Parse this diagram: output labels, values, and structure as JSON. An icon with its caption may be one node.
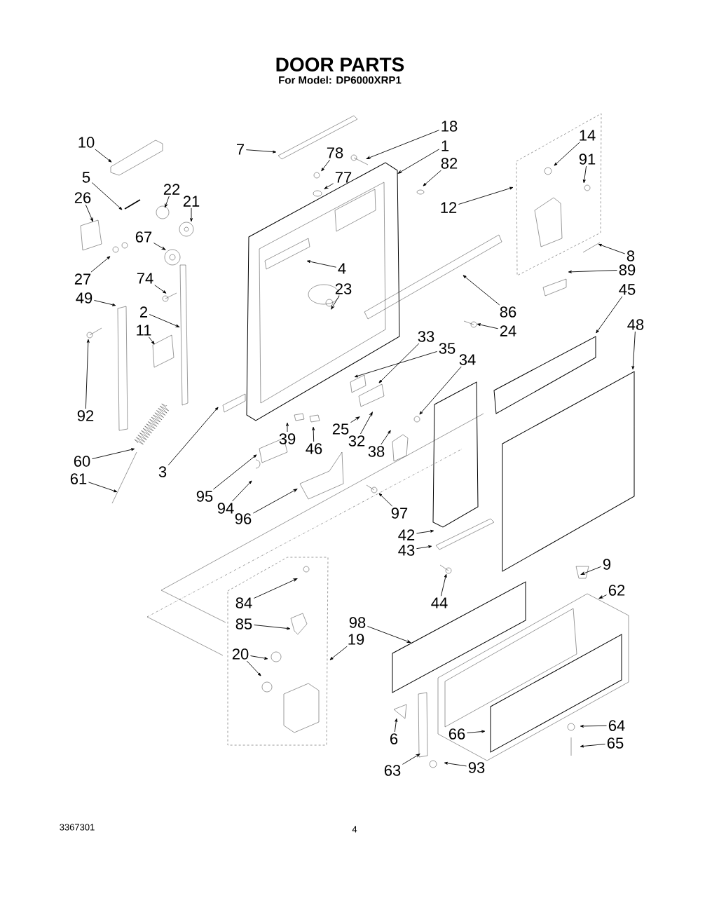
{
  "diagram": {
    "title": "DOOR PARTS",
    "nodes": [
      {
        "text": [
          "10"
        ]
      },
      {
        "text": [
          "7"
        ]
      },
      {
        "text": [
          "78"
        ]
      },
      {
        "text": [
          "18"
        ]
      },
      {
        "text": [
          "1"
        ]
      },
      {
        "text": [
          "82"
        ]
      },
      {
        "text": [
          "14"
        ]
      },
      {
        "text": [
          "91"
        ]
      },
      {
        "text": [
          "5"
        ]
      },
      {
        "text": [
          "77"
        ]
      },
      {
        "text": [
          "22"
        ]
      },
      {
        "text": [
          "21"
        ]
      },
      {
        "text": [
          "26"
        ]
      },
      {
        "text": [
          "12"
        ]
      },
      {
        "text": [
          "67"
        ]
      },
      {
        "text": [
          "8"
        ]
      },
      {
        "text": [
          "4"
        ]
      },
      {
        "text": [
          "89"
        ]
      },
      {
        "text": [
          "27"
        ]
      },
      {
        "text": [
          "74"
        ]
      },
      {
        "text": [
          "23"
        ]
      },
      {
        "text": [
          "45"
        ]
      },
      {
        "text": [
          "49"
        ]
      },
      {
        "text": [
          "2"
        ]
      },
      {
        "text": [
          "86"
        ]
      },
      {
        "text": [
          "11"
        ]
      },
      {
        "text": [
          "48"
        ]
      },
      {
        "text": [
          "24"
        ]
      },
      {
        "text": [
          "33"
        ]
      },
      {
        "text": [
          "35"
        ]
      },
      {
        "text": [
          "34"
        ]
      },
      {
        "text": [
          "92"
        ]
      },
      {
        "text": [
          "25"
        ]
      },
      {
        "text": [
          "39"
        ]
      },
      {
        "text": [
          "32"
        ]
      },
      {
        "text": [
          "38"
        ]
      },
      {
        "text": [
          "46"
        ]
      },
      {
        "text": [
          "60"
        ]
      },
      {
        "text": [
          "3"
        ]
      },
      {
        "text": [
          "61"
        ]
      },
      {
        "text": [
          "95"
        ]
      },
      {
        "text": [
          "94"
        ]
      },
      {
        "text": [
          "96"
        ]
      },
      {
        "text": [
          "97"
        ]
      },
      {
        "text": [
          "42"
        ]
      },
      {
        "text": [
          "43"
        ]
      },
      {
        "text": [
          "9"
        ]
      },
      {
        "text": [
          "62"
        ]
      },
      {
        "text": [
          "44"
        ]
      },
      {
        "text": [
          "84"
        ]
      },
      {
        "text": [
          "98"
        ]
      },
      {
        "text": [
          "85"
        ]
      },
      {
        "text": [
          "19"
        ]
      },
      {
        "text": [
          "20"
        ]
      },
      {
        "text": [
          "66"
        ]
      },
      {
        "text": [
          "6"
        ]
      },
      {
        "text": [
          "64"
        ]
      },
      {
        "text": [
          "65"
        ]
      },
      {
        "text": [
          "63"
        ]
      },
      {
        "text": [
          "93"
        ]
      }
    ],
    "edges": [
      {
        "from": 0,
        "to": null,
        "arrow": "to"
      },
      {
        "from": 1,
        "to": null,
        "arrow": "to"
      },
      {
        "from": 2,
        "to": null,
        "arrow": "to"
      },
      {
        "from": 3,
        "to": null,
        "arrow": "to"
      },
      {
        "from": 4,
        "to": null,
        "arrow": "to"
      },
      {
        "from": 5,
        "to": null,
        "arrow": "to"
      },
      {
        "from": 6,
        "to": null,
        "arrow": "to"
      },
      {
        "from": 7,
        "to": null,
        "arrow": "to"
      },
      {
        "from": 8,
        "to": null,
        "arrow": "to"
      },
      {
        "from": 9,
        "to": null,
        "arrow": "to"
      },
      {
        "from": 10,
        "to": null,
        "arrow": "to"
      },
      {
        "from": 11,
        "to": null,
        "arrow": "to"
      },
      {
        "from": 12,
        "to": null,
        "arrow": "to"
      },
      {
        "from": 13,
        "to": null,
        "arrow": "to"
      },
      {
        "from": 14,
        "to": null,
        "arrow": "to"
      },
      {
        "from": 15,
        "to": null,
        "arrow": "to"
      },
      {
        "from": 16,
        "to": null,
        "arrow": "to"
      },
      {
        "from": 17,
        "to": null,
        "arrow": "to"
      },
      {
        "from": 18,
        "to": null,
        "arrow": "to"
      },
      {
        "from": 19,
        "to": null,
        "arrow": "to"
      },
      {
        "from": 20,
        "to": null,
        "arrow": "to"
      },
      {
        "from": 21,
        "to": null,
        "arrow": "to"
      },
      {
        "from": 22,
        "to": null,
        "arrow": "to"
      },
      {
        "from": 23,
        "to": null,
        "arrow": "to"
      },
      {
        "from": 24,
        "to": null,
        "arrow": "to"
      },
      {
        "from": 25,
        "to": null,
        "arrow": "to"
      },
      {
        "from": 26,
        "to": null,
        "arrow": "to"
      },
      {
        "from": 27,
        "to": null,
        "arrow": "to"
      },
      {
        "from": 28,
        "to": null,
        "arrow": "to"
      },
      {
        "from": 29,
        "to": null,
        "arrow": "to"
      },
      {
        "from": 30,
        "to": null,
        "arrow": "to"
      },
      {
        "from": 31,
        "to": null,
        "arrow": "to"
      },
      {
        "from": 32,
        "to": null,
        "arrow": "to"
      },
      {
        "from": 33,
        "to": null,
        "arrow": "to"
      },
      {
        "from": 34,
        "to": null,
        "arrow": "to"
      },
      {
        "from": 35,
        "to": null,
        "arrow": "to"
      },
      {
        "from": 36,
        "to": null,
        "arrow": "to"
      },
      {
        "from": 37,
        "to": null,
        "arrow": "to"
      },
      {
        "from": 38,
        "to": null,
        "arrow": "to"
      },
      {
        "from": 39,
        "to": null,
        "arrow": "to"
      },
      {
        "from": 40,
        "to": null,
        "arrow": "to"
      },
      {
        "from": 41,
        "to": null,
        "arrow": "to"
      },
      {
        "from": 42,
        "to": null,
        "arrow": "to"
      },
      {
        "from": 43,
        "to": null,
        "arrow": "to"
      },
      {
        "from": 44,
        "to": null,
        "arrow": "to"
      },
      {
        "from": 45,
        "to": null,
        "arrow": "to"
      },
      {
        "from": 46,
        "to": null,
        "arrow": "to"
      },
      {
        "from": 47,
        "to": null,
        "arrow": "to"
      },
      {
        "from": 48,
        "to": null,
        "arrow": "to"
      },
      {
        "from": 49,
        "to": null,
        "arrow": "to"
      },
      {
        "from": 50,
        "to": null,
        "arrow": "to"
      },
      {
        "from": 51,
        "to": null,
        "arrow": "to"
      },
      {
        "from": 52,
        "to": null,
        "arrow": "to"
      },
      {
        "from": 53,
        "to": null,
        "arrow": "to"
      },
      {
        "from": 53,
        "to": null,
        "arrow": "to"
      },
      {
        "from": 54,
        "to": null,
        "arrow": "to"
      },
      {
        "from": 55,
        "to": null,
        "arrow": "to"
      },
      {
        "from": 56,
        "to": null,
        "arrow": "to"
      },
      {
        "from": 57,
        "to": null,
        "arrow": "to"
      },
      {
        "from": 58,
        "to": null,
        "arrow": "to"
      },
      {
        "from": 59,
        "to": null,
        "arrow": "to"
      }
    ],
    "labels": [
      "For Model: DP6000XRP1",
      "3367301",
      "4"
    ]
  }
}
